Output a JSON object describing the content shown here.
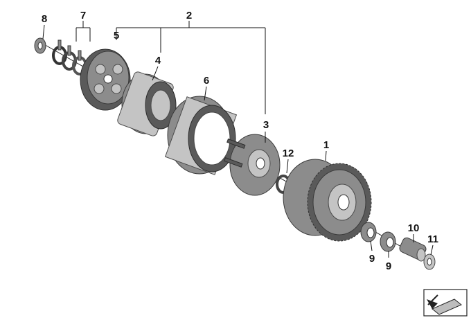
{
  "diagram": {
    "callouts": {
      "c1": "1",
      "c2": "2",
      "c3": "3",
      "c4": "4",
      "c5": "5",
      "c6": "6",
      "c7": "7",
      "c8": "8",
      "c9a": "9",
      "c9b": "9",
      "c10": "10",
      "c11": "11",
      "c12": "12"
    },
    "direction_icon": "arrow-plane-icon"
  }
}
